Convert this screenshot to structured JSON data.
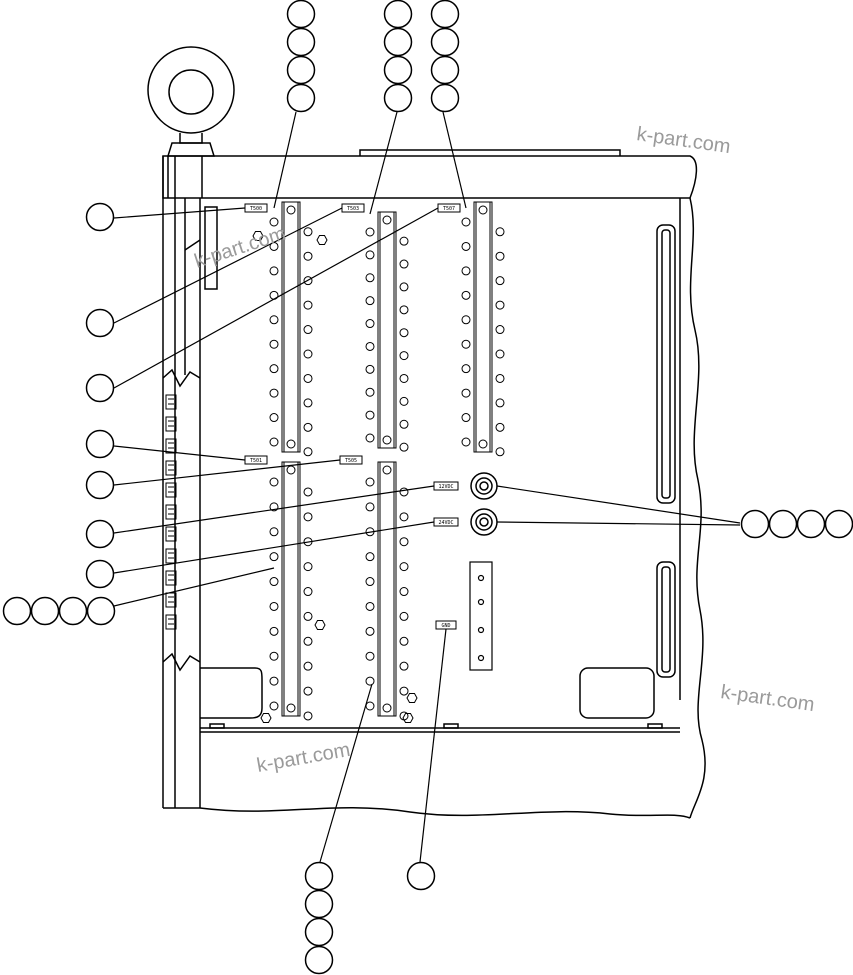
{
  "watermark": {
    "text_1": "k-part.com",
    "text_2": "k-part.com",
    "text_3": "k-part.com",
    "text_4": "k-part.com"
  },
  "terminal_tags": {
    "t1": "T500",
    "t2": "T503",
    "t3": "T507",
    "t4": "T501",
    "t5": "T505",
    "t6": "12VDC",
    "t7": "24VDC",
    "t8": "GND"
  },
  "callouts": {
    "count_top_left_stack": 4,
    "count_top_mid_stack": 4,
    "count_top_right_stack": 4,
    "count_left_single": 7,
    "count_left_row": 4,
    "count_right_row": 4,
    "count_bottom_stack": 4,
    "count_bottom_single": 1
  },
  "colors": {
    "line": "#000000",
    "watermark": "#9a9a9a",
    "background": "#ffffff"
  }
}
